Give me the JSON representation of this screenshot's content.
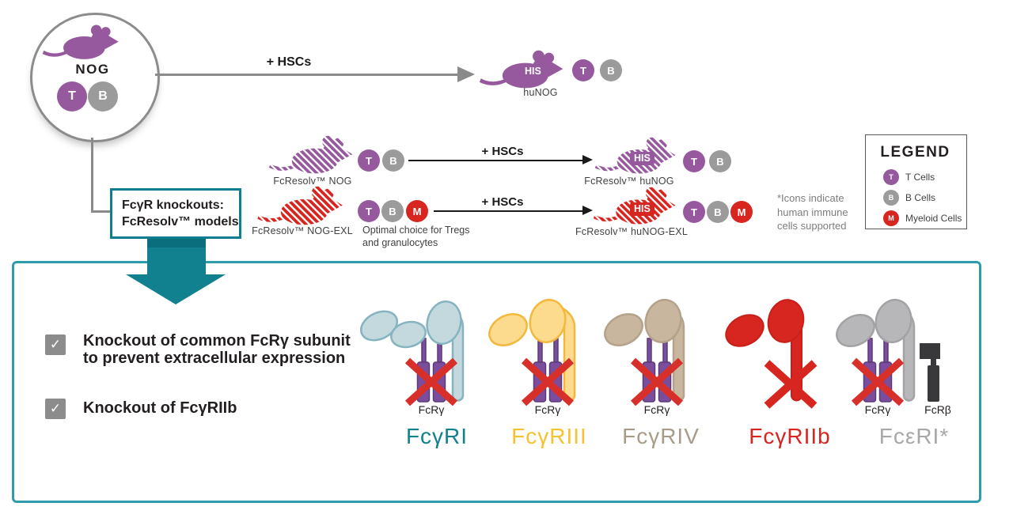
{
  "colors": {
    "teal_accent": "#11808f",
    "panel_border": "#2d9dac",
    "purple": "#96599e",
    "gray": "#9b9b9b",
    "red": "#d7251f",
    "line_gray": "#8a8a8a",
    "text_dark": "#231f20",
    "footnote_gray": "#7d7d7d"
  },
  "cells": {
    "t": "T",
    "b": "B",
    "m": "M"
  },
  "top_flow": {
    "nog_label": "NOG",
    "hsc_label": "+ HSCs",
    "his_label": "HIS",
    "hunog_label": "huNOG"
  },
  "mid_flow": {
    "hsc_label": "+ HSCs",
    "his_label": "HIS",
    "row1": {
      "model": "FcResolv™ NOG",
      "result": "FcResolv™ huNOG"
    },
    "row2": {
      "model": "FcResolv™ NOG-EXL",
      "result": "FcResolv™ huNOG-EXL",
      "note": "Optimal choice for Tregs and granulocytes"
    },
    "footnote": "*Icons indicate human immune cells supported"
  },
  "legend": {
    "title": "LEGEND",
    "items": [
      {
        "symbol": "T",
        "label": "T Cells",
        "color": "#96599e"
      },
      {
        "symbol": "B",
        "label": "B Cells",
        "color": "#9b9b9b"
      },
      {
        "symbol": "M",
        "label": "Myeloid Cells",
        "color": "#d7251f"
      }
    ]
  },
  "knockout_box": {
    "line1": "FcγR knockouts:",
    "line2": "FcResolv™ models"
  },
  "checklist": {
    "check_glyph": "✓",
    "items": [
      {
        "text": "Knockout of common FcRγ subunit to prevent extracellular expression"
      },
      {
        "text": "Knockout of FcγRIIb"
      }
    ]
  },
  "receptors": [
    {
      "name": "FcγRI",
      "subunit": "FcRγ",
      "title_color": "#11808f",
      "fill": "#c3d9de",
      "stroke": "#86b3c0"
    },
    {
      "name": "FcγRIII",
      "subunit": "FcRγ",
      "title_color": "#f6c230",
      "fill": "#fcda8e",
      "stroke": "#f3b93c"
    },
    {
      "name": "FcγRIV",
      "subunit": "FcRγ",
      "title_color": "#a79c89",
      "fill": "#c9b69e",
      "stroke": "#b5a28b"
    },
    {
      "name": "FcγRIIb",
      "title_color": "#d7251f",
      "fill": "#d7251f",
      "stroke": "#c81f1a"
    },
    {
      "name": "FcεRI*",
      "subunit": "FcRγ",
      "subunit2": "FcRβ",
      "title_color": "#a8a8aa",
      "fill": "#b7b7b9",
      "stroke": "#a3a3a5"
    }
  ]
}
